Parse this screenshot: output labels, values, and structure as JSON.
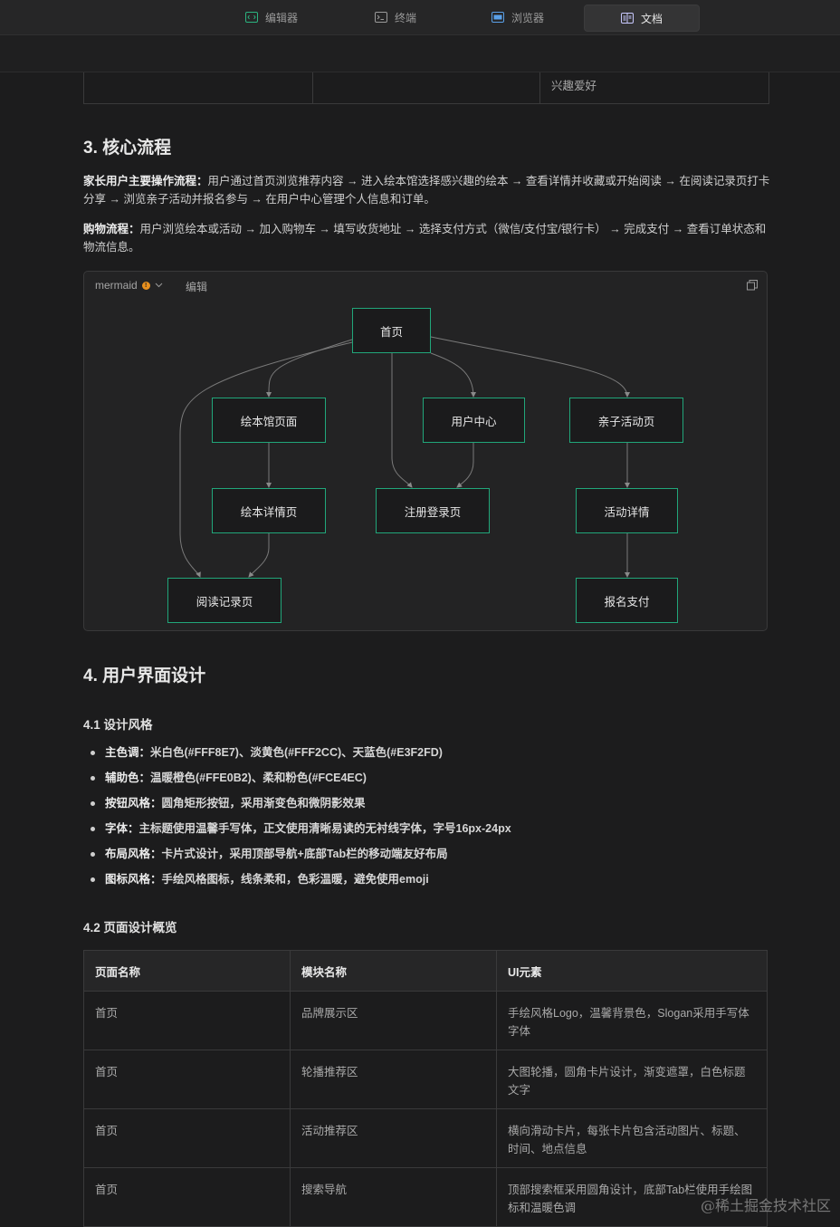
{
  "tabs": [
    {
      "label": "编辑器",
      "icon": "code-icon",
      "active": false
    },
    {
      "label": "终端",
      "icon": "terminal-icon",
      "active": false
    },
    {
      "label": "浏览器",
      "icon": "browser-icon",
      "active": false
    },
    {
      "label": "文档",
      "icon": "document-icon",
      "active": true
    }
  ],
  "prev_table": {
    "last_cell": "兴趣爱好"
  },
  "section3": {
    "heading": "3. 核心流程",
    "flow1_label": "家长用户主要操作流程：",
    "flow1_text": "用户通过首页浏览推荐内容 → 进入绘本馆选择感兴趣的绘本 → 查看详情并收藏或开始阅读 → 在阅读记录页打卡分享 → 浏览亲子活动并报名参与 → 在用户中心管理个人信息和订单。",
    "flow2_label": "购物流程：",
    "flow2_text": "用户浏览绘本或活动 → 加入购物车 → 填写收货地址 → 选择支付方式（微信/支付宝/银行卡） → 完成支付 → 查看订单状态和物流信息。"
  },
  "mermaid": {
    "lang_label": "mermaid",
    "edit_label": "编辑",
    "nodes": {
      "home": "首页",
      "library": "绘本馆页面",
      "user_center": "用户中心",
      "activity": "亲子活动页",
      "book_detail": "绘本详情页",
      "login": "注册登录页",
      "activity_detail": "活动详情",
      "reading_record": "阅读记录页",
      "signup_pay": "报名支付"
    }
  },
  "section4": {
    "heading": "4. 用户界面设计",
    "sub1": "4.1 设计风格",
    "style_items": [
      {
        "key": "主色调：",
        "text": "米白色(#FFF8E7)、淡黄色(#FFF2CC)、天蓝色(#E3F2FD)"
      },
      {
        "key": "辅助色：",
        "text": "温暖橙色(#FFE0B2)、柔和粉色(#FCE4EC)"
      },
      {
        "key": "按钮风格：",
        "text": "圆角矩形按钮，采用渐变色和微阴影效果"
      },
      {
        "key": "字体：",
        "text": "主标题使用温馨手写体，正文使用清晰易读的无衬线字体，字号16px-24px"
      },
      {
        "key": "布局风格：",
        "text": "卡片式设计，采用顶部导航+底部Tab栏的移动端友好布局"
      },
      {
        "key": "图标风格：",
        "text": "手绘风格图标，线条柔和，色彩温暖，避免使用emoji"
      }
    ],
    "sub2": "4.2 页面设计概览",
    "table": {
      "headers": [
        "页面名称",
        "模块名称",
        "UI元素"
      ],
      "rows": [
        [
          "首页",
          "品牌展示区",
          "手绘风格Logo，温馨背景色，Slogan采用手写体字体"
        ],
        [
          "首页",
          "轮播推荐区",
          "大图轮播，圆角卡片设计，渐变遮罩，白色标题文字"
        ],
        [
          "首页",
          "活动推荐区",
          "横向滑动卡片，每张卡片包含活动图片、标题、时间、地点信息"
        ],
        [
          "首页",
          "搜索导航",
          "顶部搜索框采用圆角设计，底部Tab栏使用手绘图标和温暖色调"
        ]
      ]
    }
  },
  "watermark": "@稀土掘金技术社区"
}
